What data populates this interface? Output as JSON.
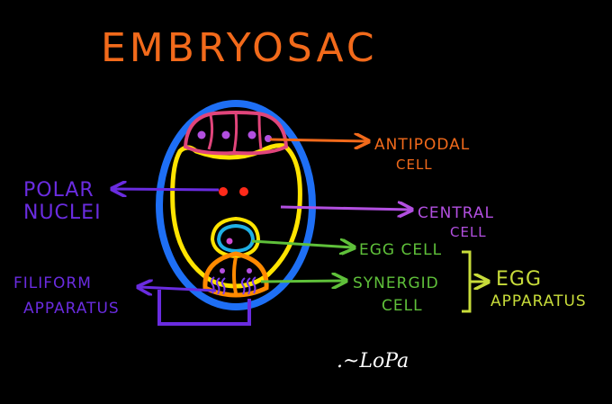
{
  "title": "EMBRYOSAC",
  "labels": {
    "antipodal_1": "ANTIPODAL",
    "antipodal_2": "CELL",
    "polar_1": "POLAR",
    "polar_2": "NUCLEI",
    "central_1": "CENTRAL",
    "central_2": "CELL",
    "egg_cell": "EGG CELL",
    "synergid_1": "SYNERGID",
    "synergid_2": "CELL",
    "egg_app_1": "EGG",
    "egg_app_2": "APPARATUS",
    "filiform_1": "FILIFORM",
    "filiform_2": "APPARATUS"
  },
  "signature": ".~LoPa"
}
